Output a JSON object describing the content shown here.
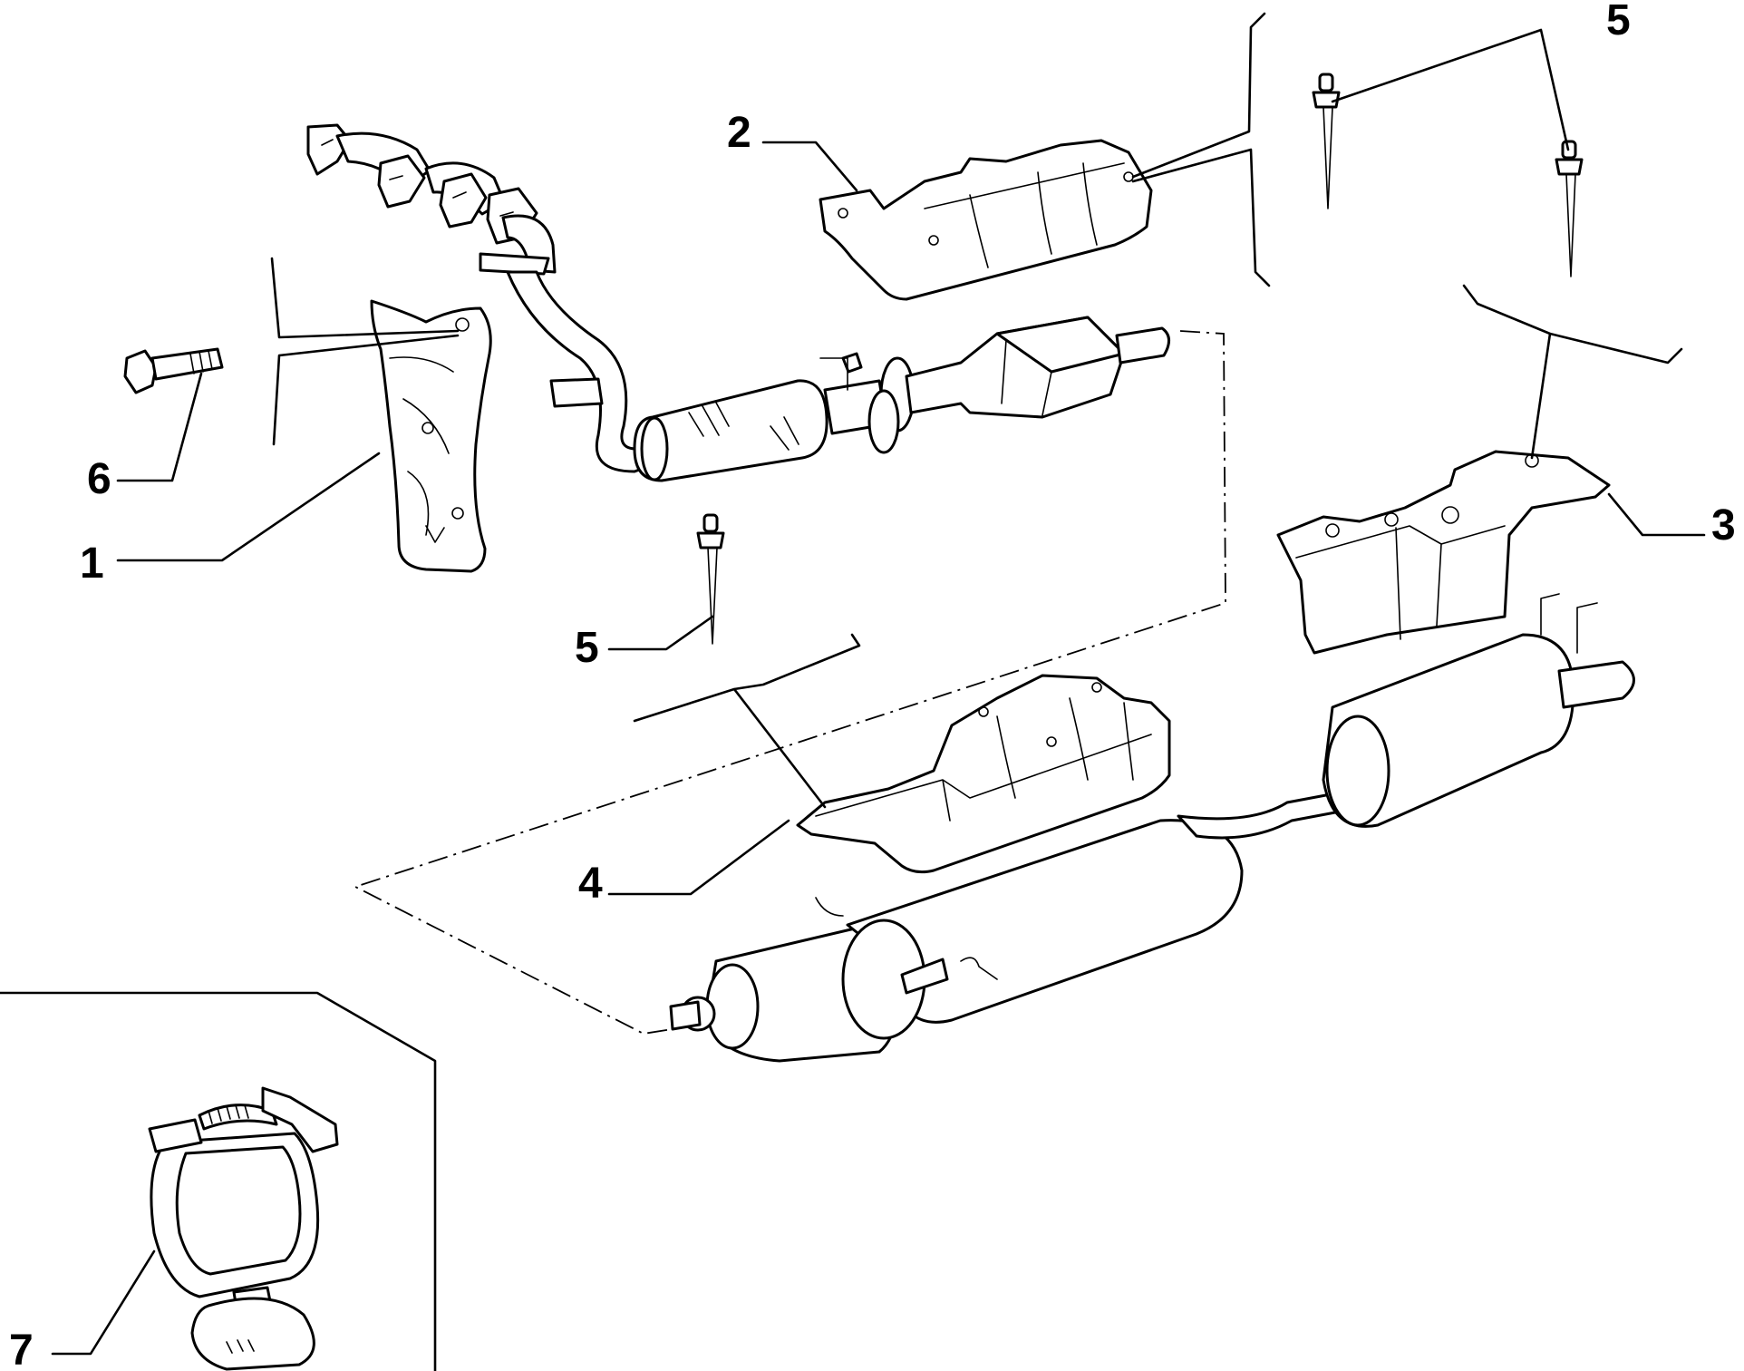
{
  "diagram": {
    "callouts": [
      {
        "id": "1",
        "text": "1"
      },
      {
        "id": "2",
        "text": "2"
      },
      {
        "id": "3",
        "text": "3"
      },
      {
        "id": "4",
        "text": "4"
      },
      {
        "id": "5a",
        "text": "5"
      },
      {
        "id": "5b",
        "text": "5"
      },
      {
        "id": "6",
        "text": "6"
      },
      {
        "id": "7",
        "text": "7"
      }
    ],
    "colors": {
      "line": "#000000",
      "background": "#ffffff"
    }
  }
}
